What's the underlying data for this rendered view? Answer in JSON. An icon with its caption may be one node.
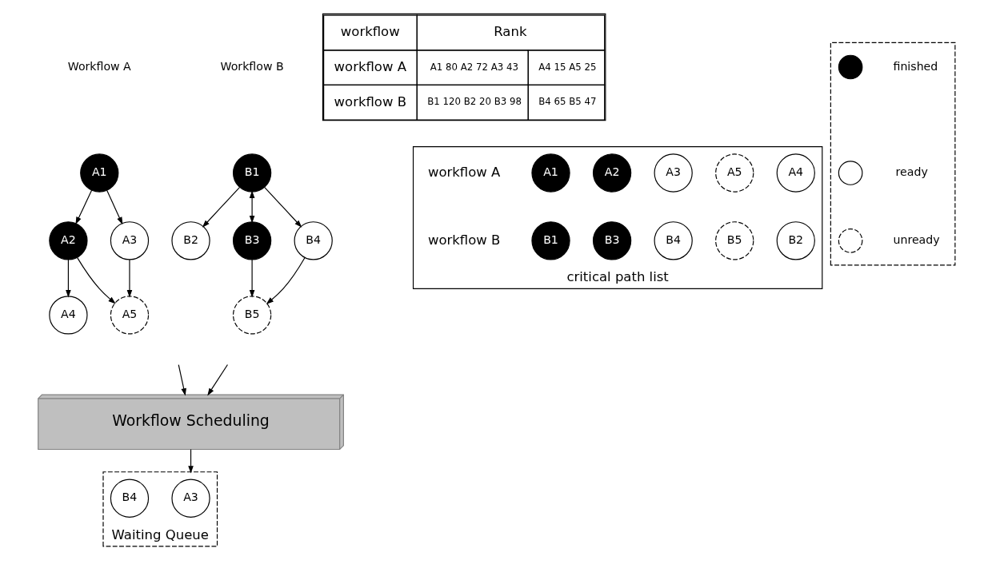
{
  "diagram": {
    "nodes": [
      {
        "text": [
          "A1"
        ]
      },
      {
        "text": [
          "A2"
        ]
      },
      {
        "text": [
          "A3"
        ]
      },
      {
        "text": [
          "A4"
        ]
      },
      {
        "text": [
          "A5"
        ]
      },
      {
        "text": [
          "B1"
        ]
      },
      {
        "text": [
          "B2"
        ]
      },
      {
        "text": [
          "B3"
        ]
      },
      {
        "text": [
          "B4"
        ]
      },
      {
        "text": [
          "B5"
        ]
      },
      {
        "text": [
          "Workflow Scheduling"
        ]
      },
      {
        "text": [
          "Waiting Queue"
        ]
      },
      {
        "text": [
          "A3"
        ],
        "in": 11
      },
      {
        "text": [
          "B4"
        ],
        "in": 11
      },
      {
        "text": [
          "critical path list"
        ]
      },
      {
        "text": [
          "A1"
        ],
        "in": 14
      },
      {
        "text": [
          "A2"
        ],
        "in": 14
      },
      {
        "text": [
          "A3"
        ],
        "in": 14
      },
      {
        "text": [
          "A5"
        ],
        "in": 14
      },
      {
        "text": [
          "A4"
        ],
        "in": 14
      },
      {
        "text": [
          "B1"
        ],
        "in": 14
      },
      {
        "text": [
          "B3"
        ],
        "in": 14
      },
      {
        "text": [
          "B4"
        ],
        "in": 14
      },
      {
        "text": [
          "B5"
        ],
        "in": 14
      },
      {
        "text": [
          "B2"
        ],
        "in": 14
      },
      {
        "text": [],
        "shape": "box"
      },
      {
        "text": [],
        "shape": "circle",
        "in": 25
      },
      {
        "text": [],
        "shape": "circle",
        "in": 25
      },
      {
        "text": [],
        "shape": "circle",
        "in": 25
      }
    ],
    "edges": [
      {
        "from": 0,
        "to": 1,
        "arrow": "to"
      },
      {
        "from": 0,
        "to": 2,
        "arrow": "to"
      },
      {
        "from": 1,
        "to": 3,
        "arrow": "to"
      },
      {
        "from": 1,
        "to": 4,
        "arrow": "to"
      },
      {
        "from": 2,
        "to": 4,
        "arrow": "to"
      },
      {
        "from": 5,
        "to": 6,
        "arrow": "to"
      },
      {
        "from": 5,
        "to": 7,
        "arrow": "both"
      },
      {
        "from": 5,
        "to": 8,
        "arrow": "to"
      },
      {
        "from": 7,
        "to": 9,
        "arrow": "to"
      },
      {
        "from": 8,
        "to": 9,
        "arrow": "to"
      },
      {
        "from": null,
        "to": 10,
        "arrow": "to"
      },
      {
        "from": null,
        "to": 10,
        "arrow": "to"
      },
      {
        "from": 10,
        "to": 11,
        "arrow": "to"
      }
    ],
    "labels": [
      "Workflow A",
      "Workflow B",
      "workflow",
      "Rank",
      "workflow A",
      "A1 80 A2 72 A3 43",
      "A4 15 A5 25",
      "workflow B",
      "B1 120 B2 20 B3 98",
      "B4 65 B5 47",
      "workflow A",
      "workflow B"
    ],
    "legend": [
      {
        "text": "finished"
      },
      {
        "text": "ready"
      },
      {
        "text": "unready"
      }
    ]
  }
}
